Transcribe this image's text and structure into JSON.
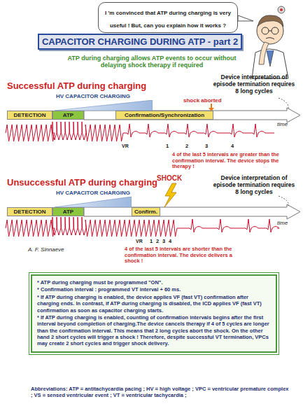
{
  "diagram": {
    "title": "CAPACITOR CHARGING DURING ATP - part 2",
    "nodes": [
      {
        "text": [
          "I 'm convinced that ATP during charging is very useful ! But, can you explain how it works ?"
        ]
      },
      {
        "text": [
          "DETECTION"
        ]
      },
      {
        "text": [
          "ATP"
        ]
      },
      {
        "text": [
          "HV CAPACITOR CHARGING"
        ]
      },
      {
        "text": [
          "Confirmation/Synchronization"
        ]
      },
      {
        "text": [
          "DETECTION"
        ]
      },
      {
        "text": [
          "ATP"
        ]
      },
      {
        "text": [
          "HV CAPACITOR CHARGING"
        ]
      },
      {
        "text": [
          "Confirm."
        ]
      },
      {
        "text": [
          "* ATP during charging must be programmed \"ON\".",
          "* Confirmation interval : programmed VT interval + 60 ms.",
          "* If ATP during charging is enabled, the device applies VF (fast VT) confirmation after charging ends. In contrast, if ATP during charging is disabled, the ICD applies VF (fast VT) confirmation as soon as capacitor charging starts.",
          "* If ATP during charging is enabled, counting of confirmation intervals begins after the first interval beyond completion of charging.The device cancels therapy if 4 of 5 cycles are longer than the confirmation interval. This means that 2 long cycles abort the shock. On the other hand 2 short cycles will trigger a shock ! Therefore, despite successful VT termination, VPCs may create 2 short cycles and trigger shock delivery."
        ]
      }
    ],
    "labels": [
      "ATP during charging allows ATP events to occur without delaying shock therapy if required",
      "Successful ATP during charging",
      "Device interpretation of episode termination requires 8 long cycles",
      "shock aborted",
      "time",
      "VR",
      "1",
      "2",
      "3",
      "4",
      "4 of the last 5 intervals are greater than the confirmation interval. The device stops the therapy !",
      "Unsuccessful ATP during charging",
      "SHOCK",
      "Device interpretation of episode termination requires 8 long cycles",
      "time",
      "VR",
      "1",
      "2",
      "3",
      "4",
      "4 of the last 5 intervals are shorter than the confirmation interval. The device delivers a shock !",
      "A. F. Sinnaeve",
      "Abbreviations: ATP = antitachycardia pacing ; HV = high voltage ; VPC = ventricular premature complex ; VS = sensed ventricular event ; VT = ventricular tachycardia ;"
    ]
  }
}
